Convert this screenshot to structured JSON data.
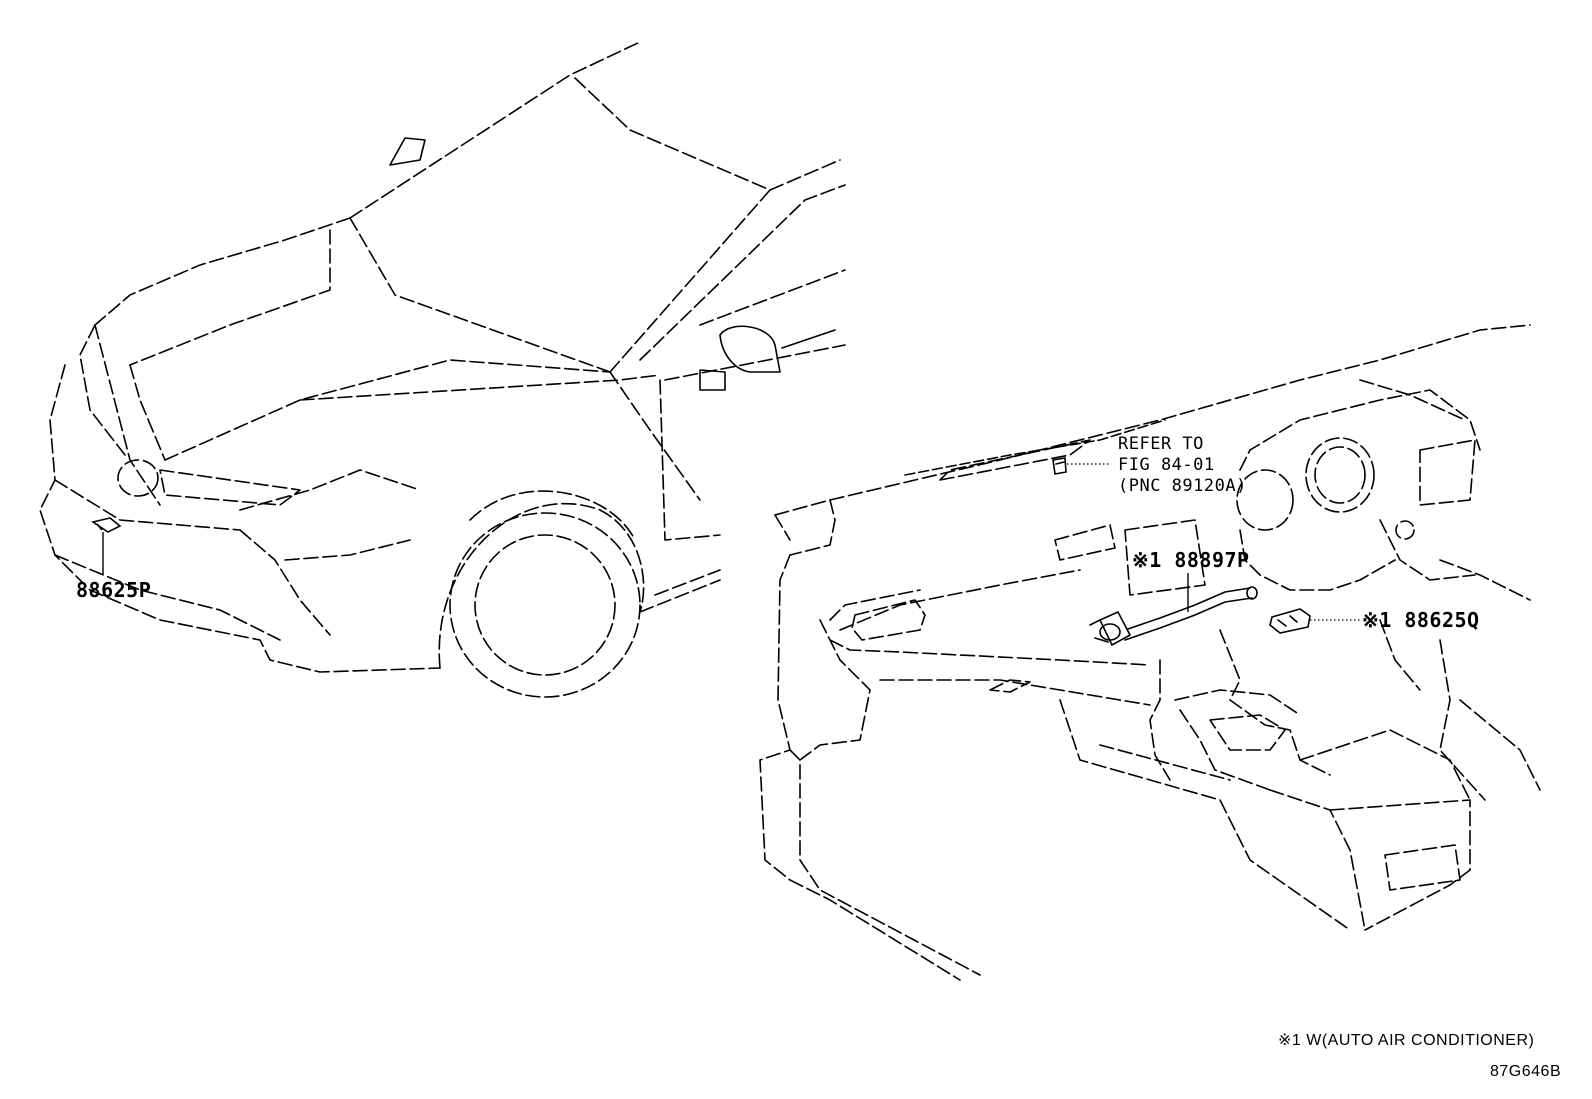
{
  "callouts": {
    "front_sensor": "88625P",
    "duct": "※1 88897P",
    "cabin_sensor": "※1 88625Q"
  },
  "refer": {
    "line1": "REFER TO",
    "line2": "FIG 84-01",
    "line3": "(PNC 89120A)"
  },
  "footnote": "※1 W(AUTO AIR CONDITIONER)",
  "figure_id": "87G646B"
}
